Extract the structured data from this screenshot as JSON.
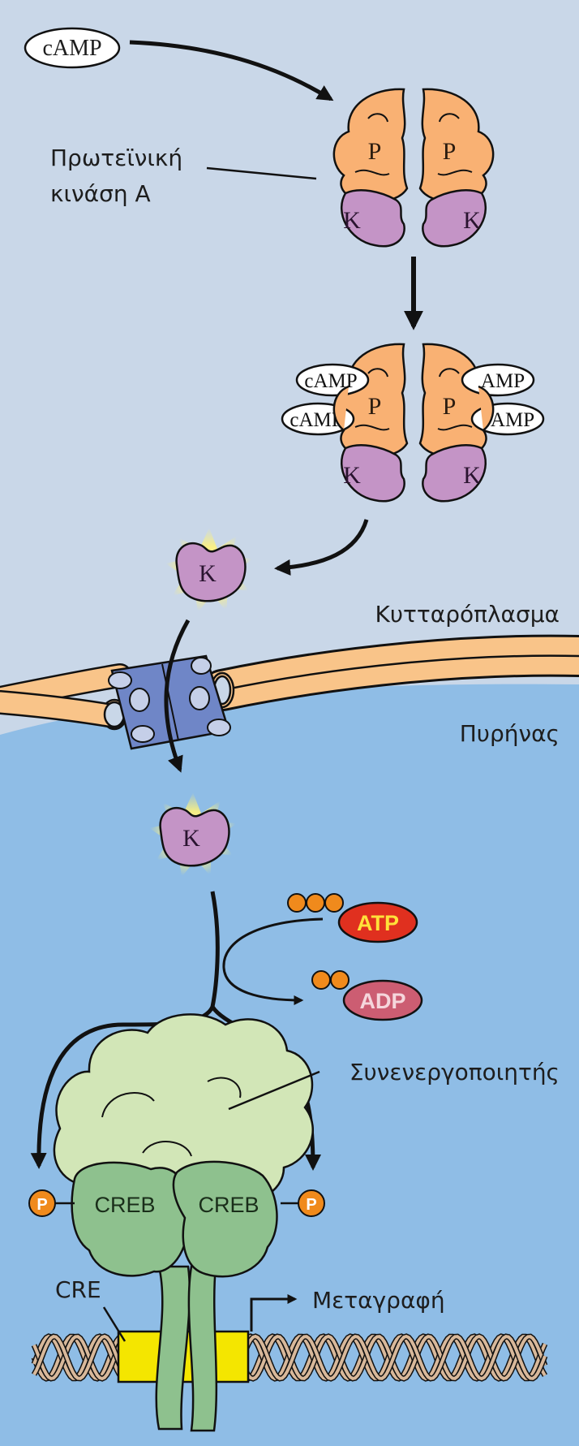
{
  "labels": {
    "camp_free": "cAMP",
    "pka_line1": "Πρωτεϊνική",
    "pka_line2": "κινάση Α",
    "subunit_p": "P",
    "subunit_k": "K",
    "camp_bound": "cAMP",
    "camp_bound_cut": "AMP",
    "cytoplasm": "Κυτταρόπλασμα",
    "nucleus": "Πυρήνας",
    "atp": "ATP",
    "adp": "ADP",
    "coactivator": "Συνενεργοποιητής",
    "creb": "CREB",
    "phosphate": "P",
    "cre": "CRE",
    "transcription": "Μεταγραφή"
  },
  "colors": {
    "cytoplasm_bg": "#c9d7e8",
    "nucleus_bg": "#8fbde6",
    "pka_regulatory": "#f9b173",
    "pka_catalytic": "#c494c6",
    "membrane": "#f9c489",
    "pore": "#6f86c7",
    "atp": "#e0301f",
    "adp": "#cc5d72",
    "phosphate": "#f08a1c",
    "coactivator": "#d2e6b7",
    "creb": "#8ec18e",
    "cre": "#f4e600"
  }
}
